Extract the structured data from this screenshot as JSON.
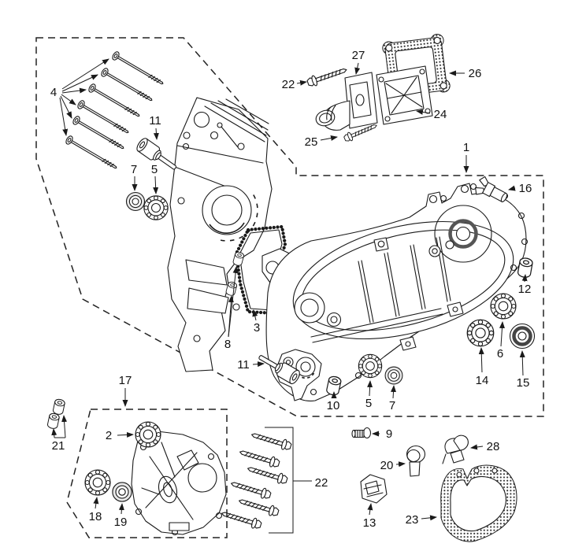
{
  "figure": {
    "type": "exploded-parts-diagram",
    "subject": "engine crankcase assembly exploded view",
    "colors": {
      "background": "#ffffff",
      "line": "#1a1a1a",
      "boundary": "#222222"
    }
  },
  "callouts": {
    "c1": "1",
    "c2": "2",
    "c3": "3",
    "c4": "4",
    "c5a": "5",
    "c5b": "5",
    "c6": "6",
    "c7a": "7",
    "c7b": "7",
    "c8": "8",
    "c9": "9",
    "c10": "10",
    "c11a": "11",
    "c11b": "11",
    "c12": "12",
    "c13": "13",
    "c14": "14",
    "c15": "15",
    "c16": "16",
    "c17": "17",
    "c18": "18",
    "c19": "19",
    "c20": "20",
    "c21": "21",
    "c22a": "22",
    "c22b": "22",
    "c23": "23",
    "c24": "24",
    "c25": "25",
    "c26": "26",
    "c27": "27",
    "c28": "28"
  }
}
